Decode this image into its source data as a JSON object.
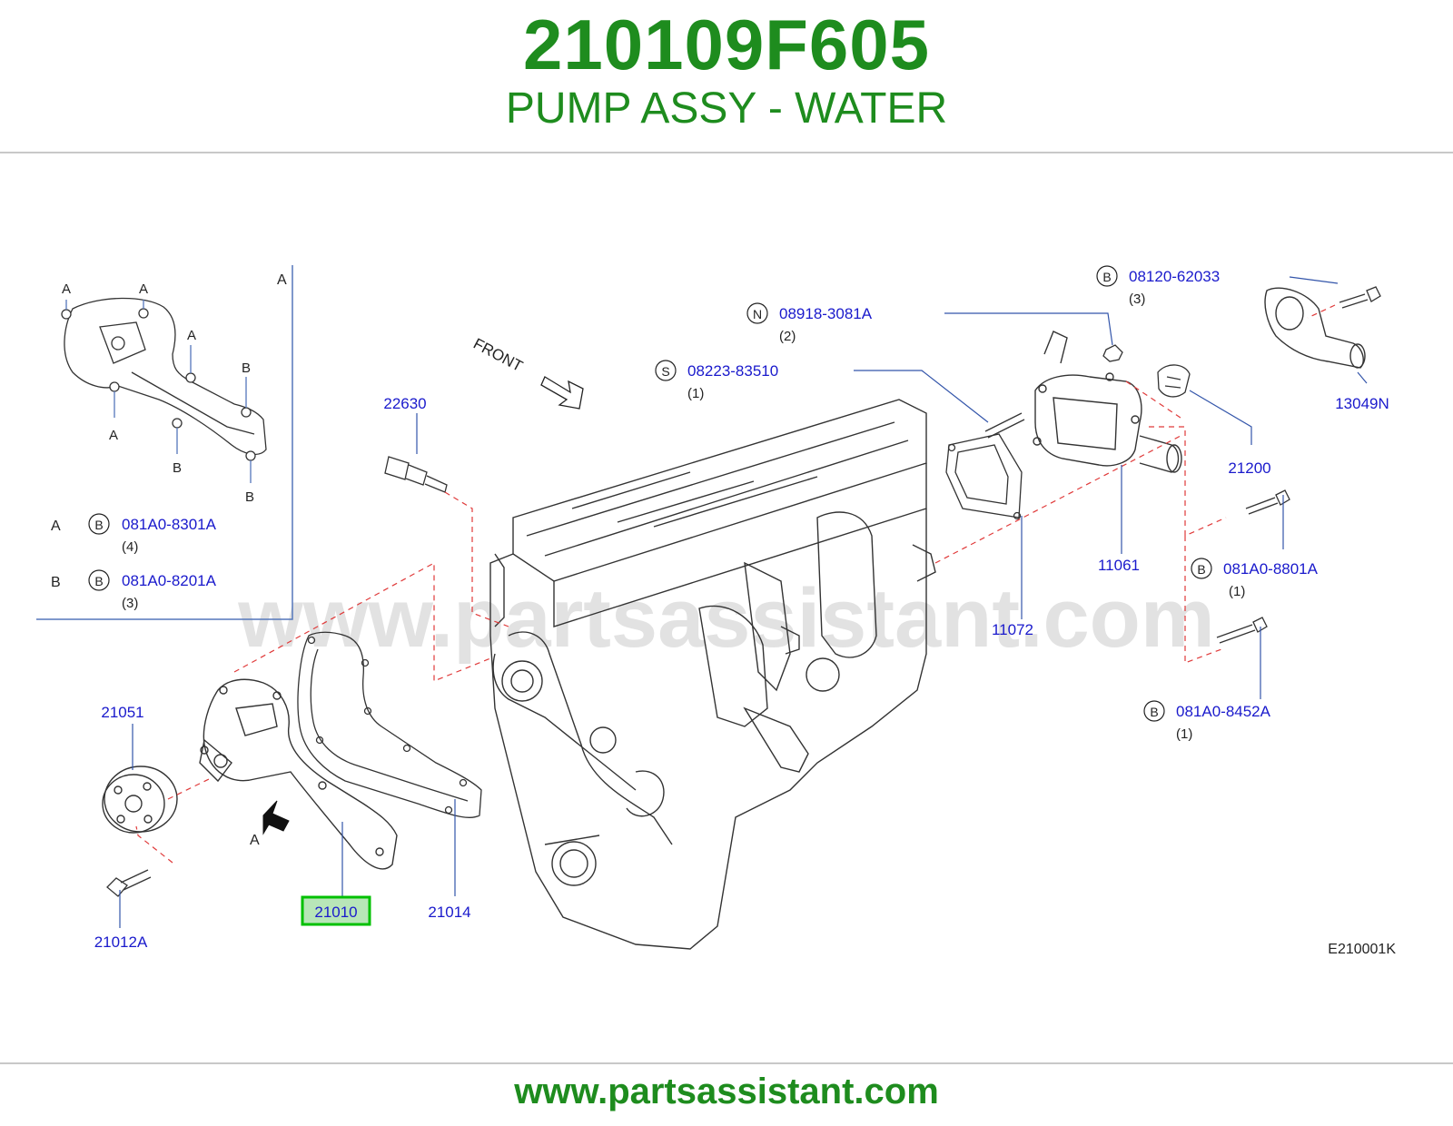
{
  "header": {
    "part_number": "210109F605",
    "part_name": "PUMP ASSY - WATER"
  },
  "diagram": {
    "diagram_code": "E210001K",
    "watermark": "www.partsassistant.com",
    "front_label": "FRONT",
    "highlight_color": "#00c000",
    "label_color": "#1a1acc",
    "leader_color": "#3355aa",
    "dashed_color": "#e03a3a",
    "callouts": {
      "c22630": "22630",
      "c21051": "21051",
      "c21010": "21010",
      "c21014": "21014",
      "c21012A": "21012A",
      "c11072": "11072",
      "c11061": "11061",
      "c21200": "21200",
      "c13049N": "13049N"
    },
    "fasteners": {
      "f1": {
        "symbol": "B",
        "part": "08120-62033",
        "qty": "(3)"
      },
      "f2": {
        "symbol": "N",
        "part": "08918-3081A",
        "qty": "(2)"
      },
      "f3": {
        "symbol": "S",
        "part": "08223-83510",
        "qty": "(1)"
      },
      "f4": {
        "symbol": "B",
        "part": "081A0-8801A",
        "qty": "(1)"
      },
      "f5": {
        "symbol": "B",
        "part": "081A0-8452A",
        "qty": "(1)"
      }
    },
    "inset": {
      "view_label": "A",
      "point_letters": {
        "a": "A",
        "b": "B"
      },
      "legend": [
        {
          "key": "A",
          "symbol": "B",
          "part": "081A0-8301A",
          "qty": "(4)"
        },
        {
          "key": "B",
          "symbol": "B",
          "part": "081A0-8201A",
          "qty": "(3)"
        }
      ]
    },
    "view_arrow_label": "A"
  },
  "footer": {
    "url": "www.partsassistant.com"
  }
}
